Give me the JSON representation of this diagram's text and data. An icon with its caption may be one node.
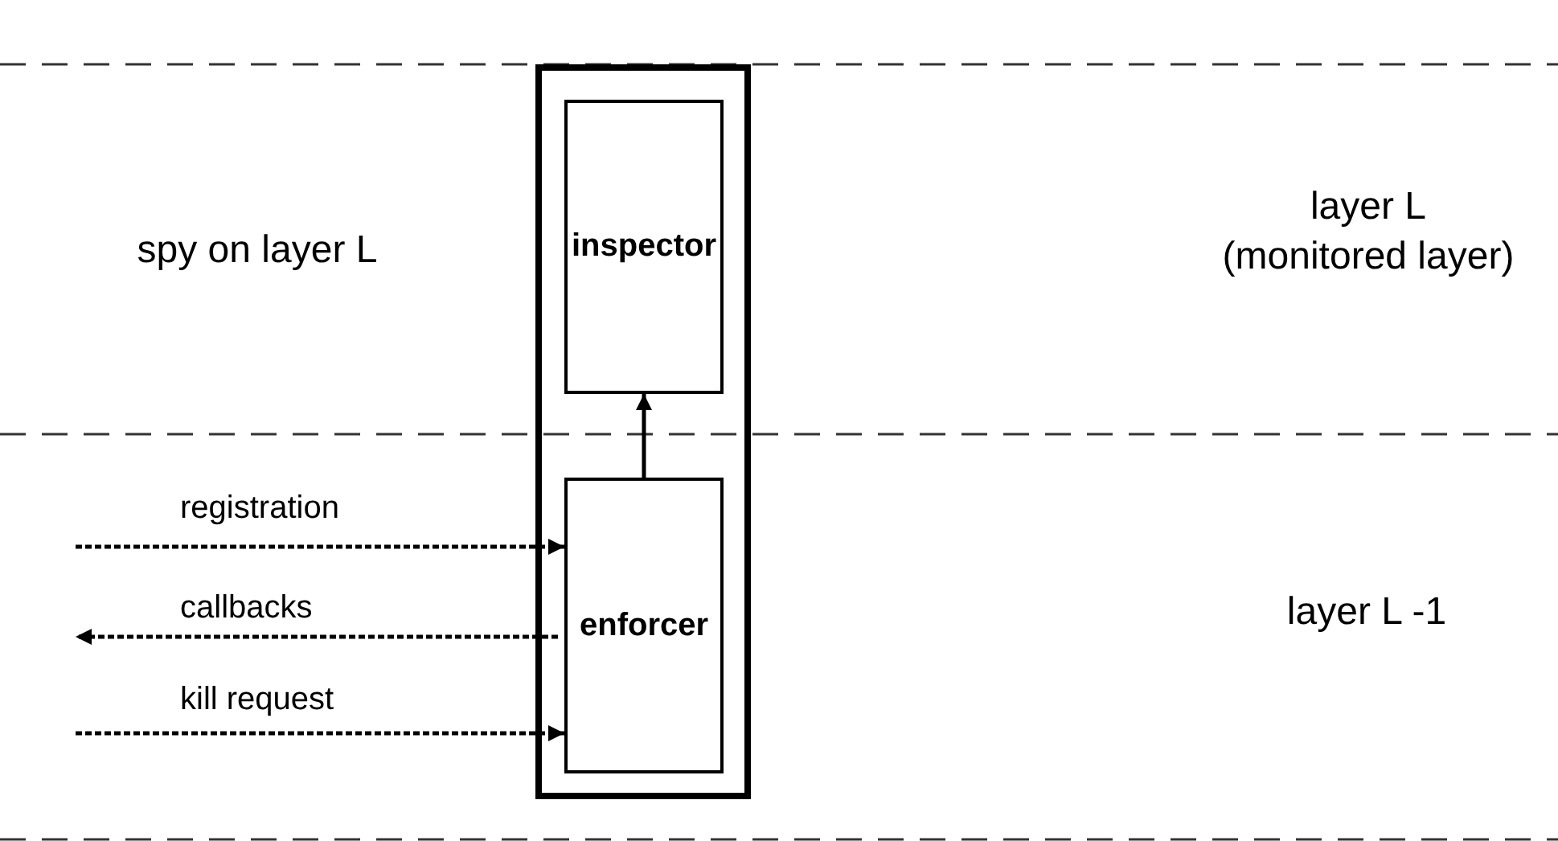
{
  "diagram": {
    "nodes": [
      {
        "text": [],
        "shape": "box"
      },
      {
        "text": [
          "inspector"
        ],
        "in": 0
      },
      {
        "text": [
          "enforcer"
        ],
        "in": 0
      }
    ],
    "edges": [
      {
        "from": 2,
        "to": 1,
        "arrow": "to"
      },
      {
        "from": null,
        "to": 2,
        "arrow": "to",
        "label": "registration",
        "style": "dashed"
      },
      {
        "from": 2,
        "to": null,
        "arrow": "to",
        "label": "callbacks",
        "style": "dashed"
      },
      {
        "from": null,
        "to": 2,
        "arrow": "to",
        "label": "kill request",
        "style": "dashed"
      }
    ],
    "labels": [
      "spy on layer L",
      "layer L (monitored layer)",
      "layer L -1"
    ]
  }
}
